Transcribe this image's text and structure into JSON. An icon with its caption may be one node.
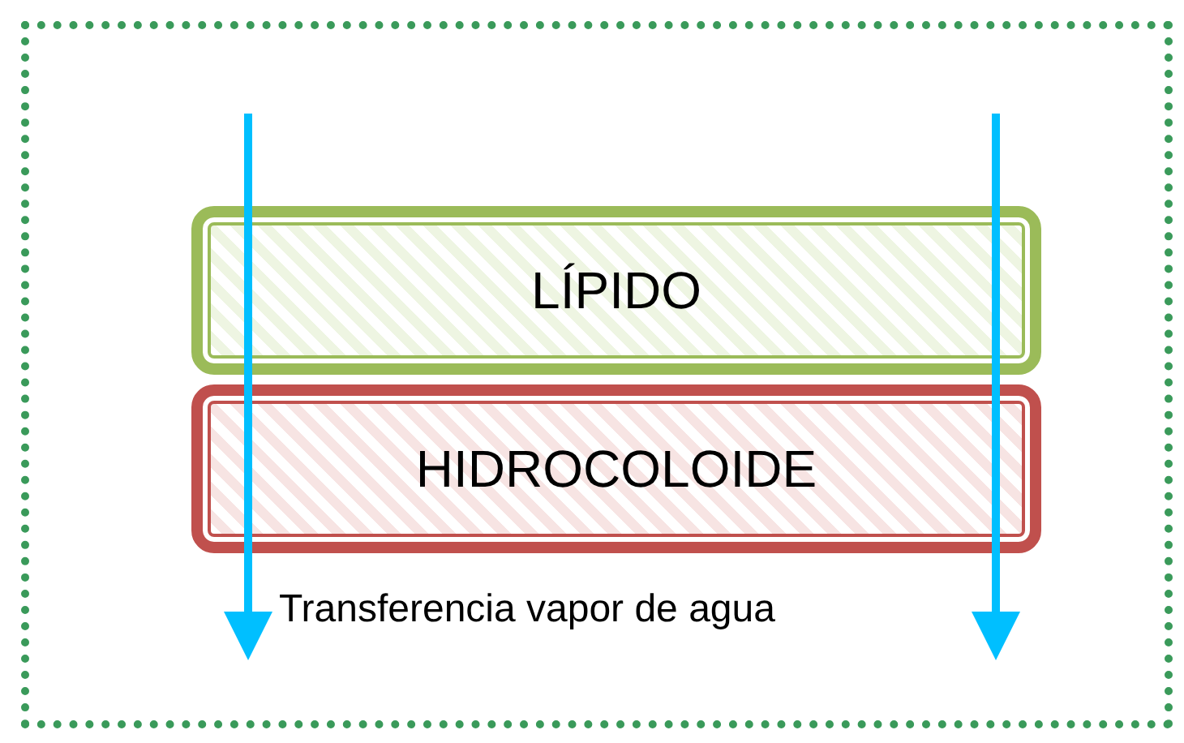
{
  "diagram": {
    "nodes": [
      {
        "text": [
          "LÍPIDO"
        ]
      },
      {
        "text": [
          "HIDROCOLOIDE"
        ]
      }
    ],
    "labels": [
      "Transferencia vapor de agua"
    ]
  }
}
